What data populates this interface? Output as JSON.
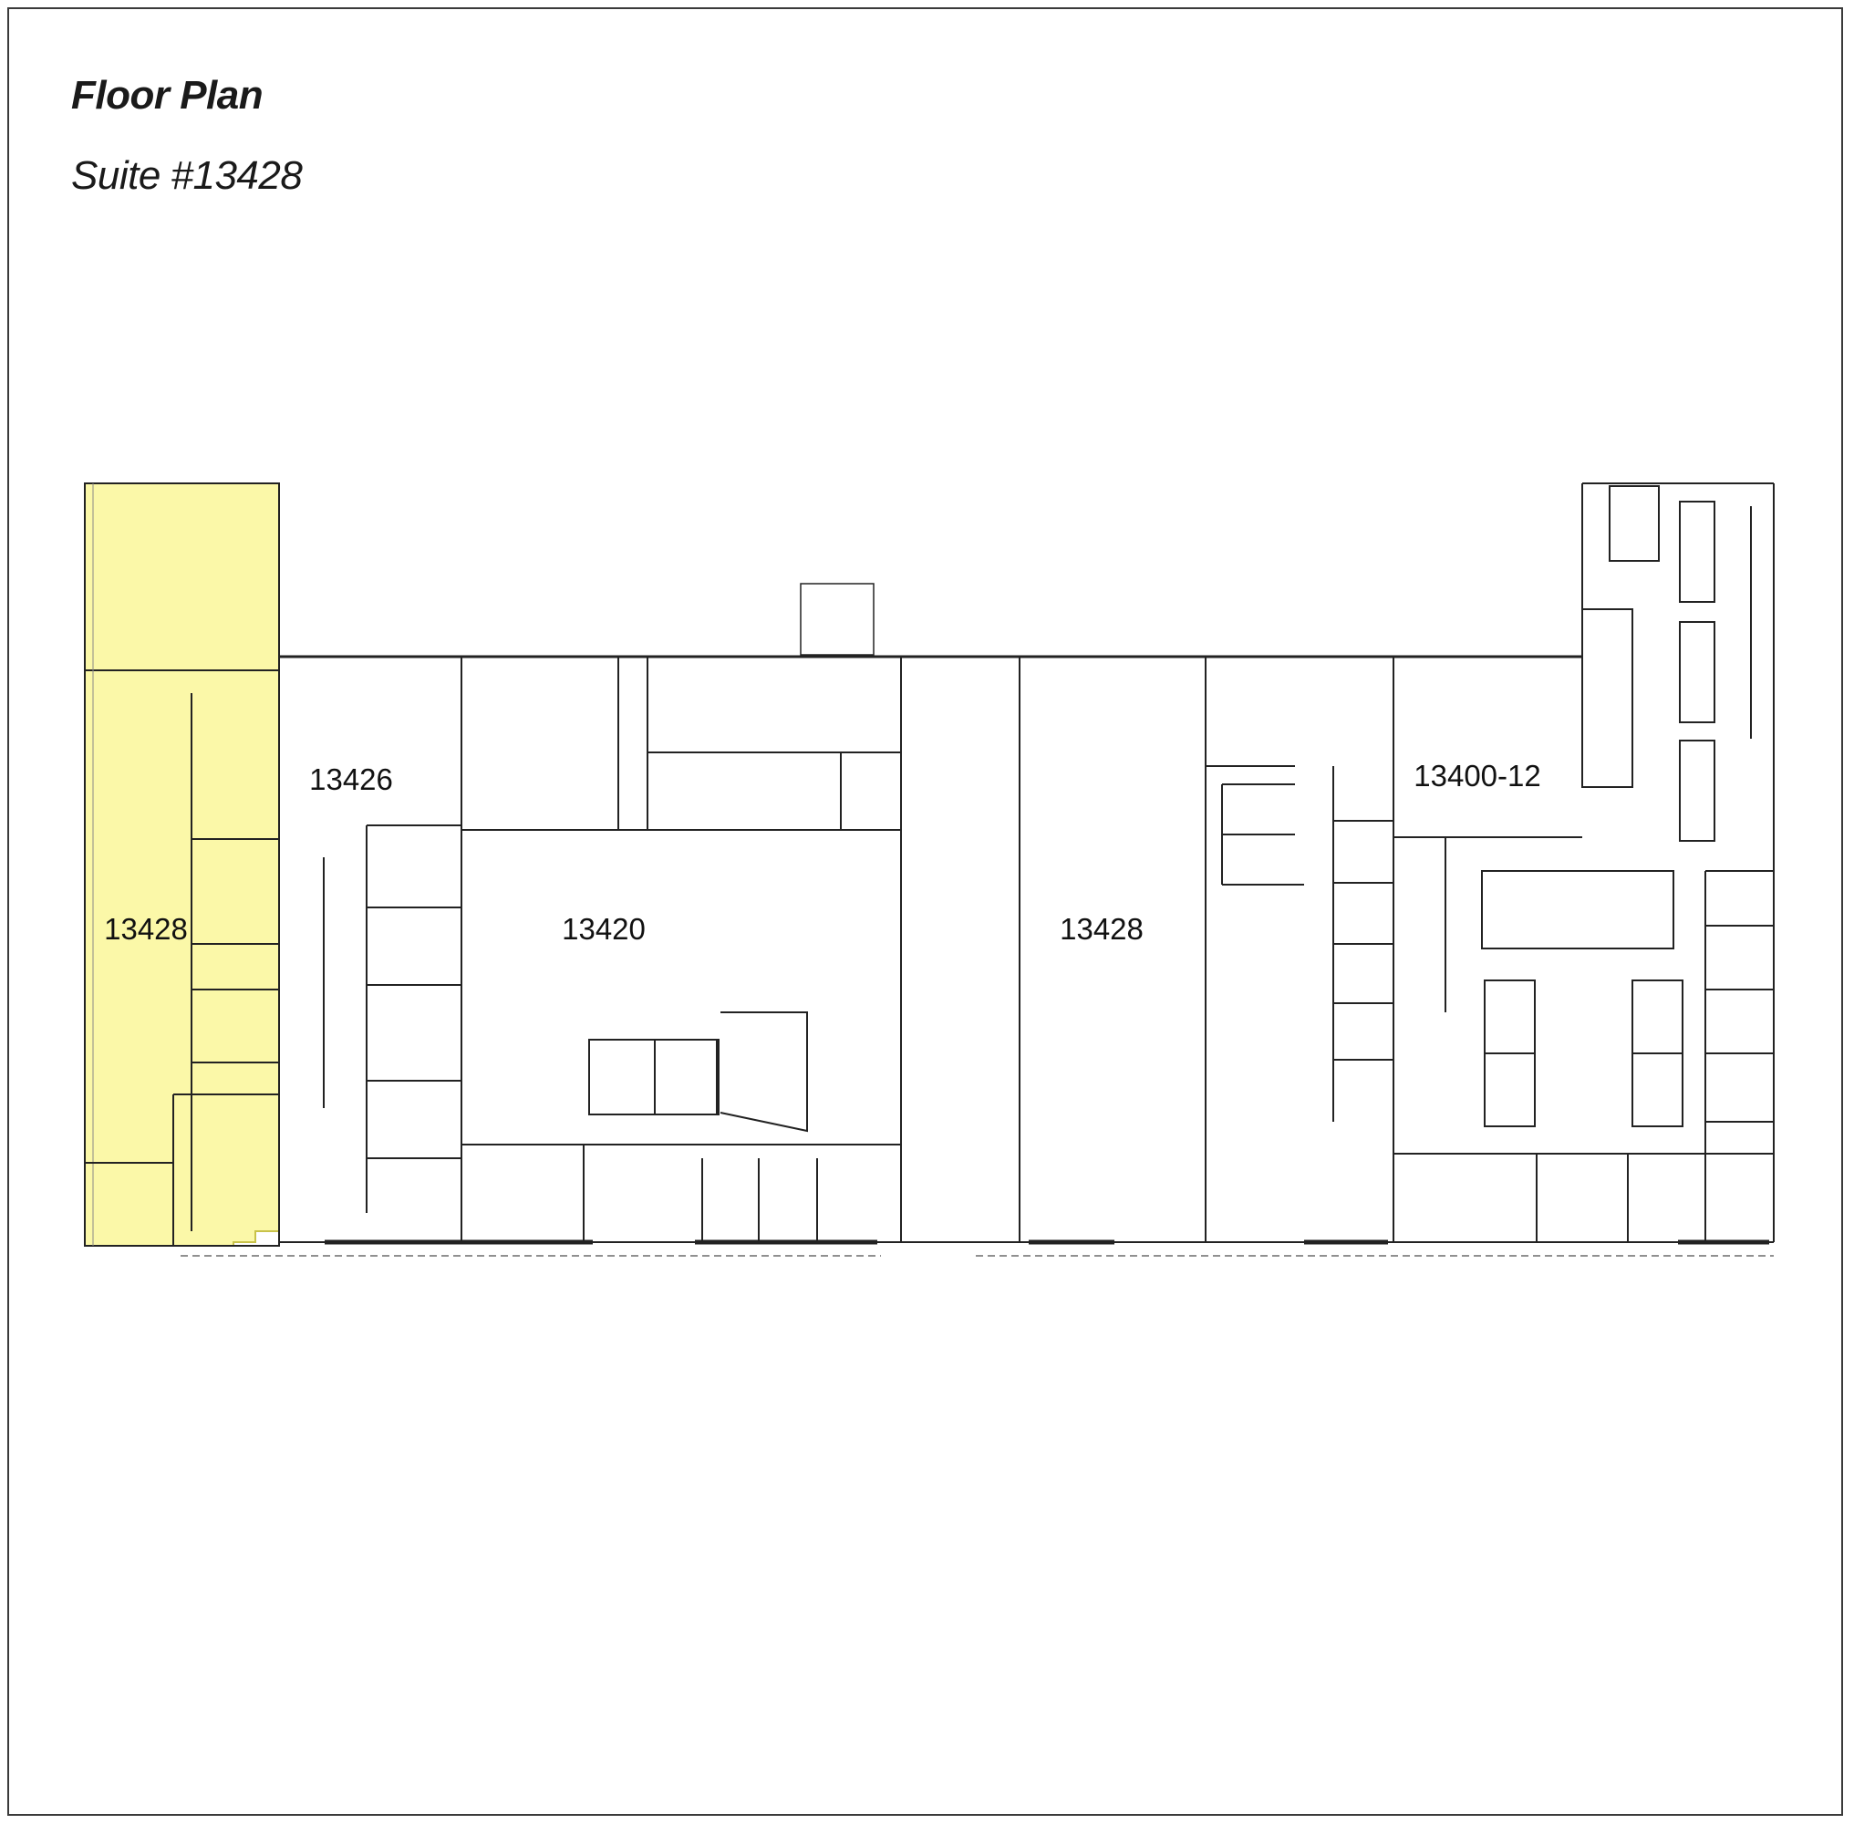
{
  "header": {
    "title": "Floor Plan",
    "subtitle": "Suite #13428"
  },
  "colors": {
    "highlight": "#fbf8a8",
    "highlight_edge": "#c8c24a",
    "wall": "#111111",
    "line": "#444444"
  },
  "suites": [
    {
      "id": "suite-13428-highlighted",
      "label": "13428",
      "highlighted": true
    },
    {
      "id": "suite-13426",
      "label": "13426",
      "highlighted": false
    },
    {
      "id": "suite-13420",
      "label": "13420",
      "highlighted": false
    },
    {
      "id": "suite-13428-center",
      "label": "13428",
      "highlighted": false
    },
    {
      "id": "suite-13400-12",
      "label": "13400-12",
      "highlighted": false
    }
  ]
}
